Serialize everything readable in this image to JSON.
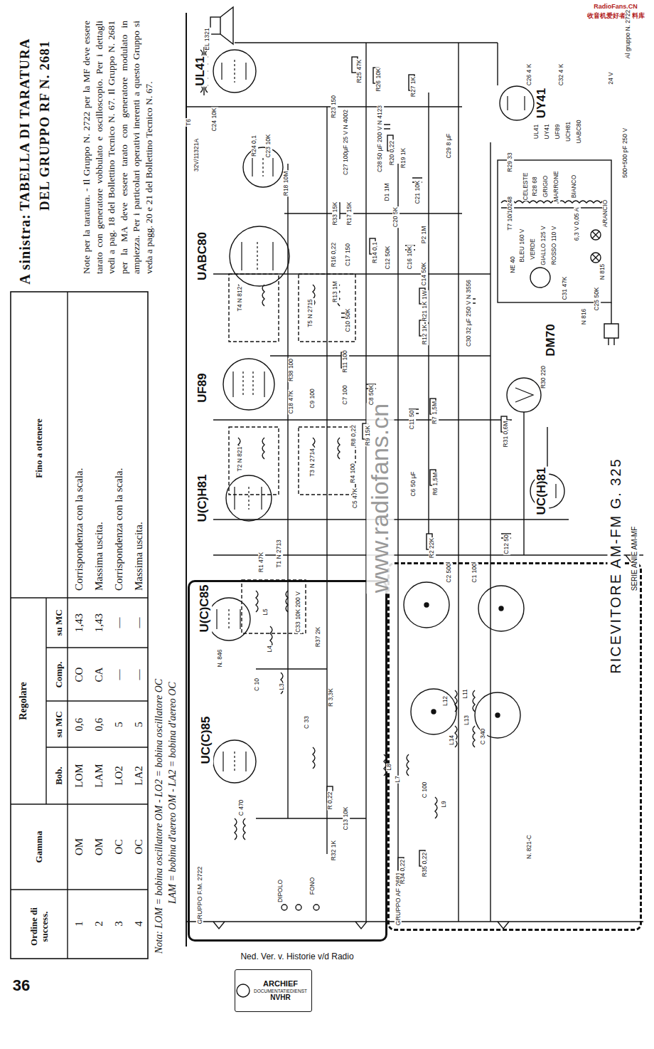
{
  "diagram": {
    "title": "RICEVITORE AM-FM G. 325",
    "nodes": [
      {
        "text": [
          "GRUPPO F.M. 2722"
        ]
      },
      {
        "text": [
          "GRUPPO AF 2681"
        ]
      },
      {
        "text": [
          "ARCHIEF",
          "DOCUMENTATIEDIENST",
          "NVHR"
        ]
      }
    ],
    "labels": [
      "A sinistra:",
      "TABELLA DI TARATURA DEL GRUPPO RF N. 2681",
      "Note per la taratura. - Il Gruppo N. 2722 per la MF deve essere tarato con generatore vobbulato e oscilloscopio. Per i dettagli vedi a pag. 18 del Bollettino Tecnico N. 67. Il Gruppo N. 2681 per la MA deve essere tarato con generatore modulato in ampiezza. Per i particolari operativi inerenti a questo Gruppo si veda a pagg. 20 e 21 del Bollettino Tecnico N. 67.",
      "Ordine di success.",
      "Gamma",
      "Regolare",
      "Fino a ottenere",
      "Bob.",
      "su MC",
      "Comp.",
      "su MC",
      "1",
      "OM",
      "LOM",
      "0,6",
      "CO",
      "1,43",
      "Corrispondenza con la scala.",
      "2",
      "OM",
      "LAM",
      "0,6",
      "CA",
      "1,43",
      "Massima uscita.",
      "3",
      "OC",
      "LO2",
      "5",
      "—",
      "—",
      "Corrispondenza con la scala.",
      "4",
      "OC",
      "LA2",
      "5",
      "—",
      "—",
      "Massima uscita.",
      "Nota: LOM = bobina oscillatore OM - LO2 = bobina oscillatore OC",
      "LAM = bobina d'aereo OM - LA2 = bobina d'aereo OC",
      "36",
      "Ned. Ver. v. Historie v/d Radio",
      "RadioFans.CN",
      "收音机爱好者资料库",
      "www.radiofans.cn",
      "SERIE ANIE AM-MF",
      "UL41",
      "UY41",
      "UABC80",
      "UF89",
      "U(C)H81",
      "UC(H)81",
      "DM70",
      "U(C)C85",
      "UC(C)85",
      "T6",
      "32V/11321A",
      "EL 1321",
      "C24 10K",
      "R25 47K",
      "R26 10K",
      "R27 1K",
      "R23 150",
      "C27 100µF 25 V N 4002",
      "C28 50 µF 200 V N 4123",
      "R24 0,1",
      "C23 10K",
      "R20 0,22",
      "R19 1K",
      "C29 8 µF",
      "R29 33",
      "R18 10M",
      "D1 1M",
      "C21 10K",
      "C20 5K",
      "P2 1M",
      "R33 15K",
      "R17 15K",
      "R16 0,22",
      "C17 150",
      "R14 0,1",
      "C12 50K",
      "C16 10K",
      "C14 50K",
      "T4 N 812",
      "T5 N 2715",
      "R13 1M",
      "C10 50K",
      "R21 1K 1W",
      "R12 1K",
      "C30 32 µF 250 V N 3556",
      "R38 100",
      "C18 47K",
      "C9 100",
      "R11 100",
      "C7 100",
      "C8 50K",
      "T2 N 821",
      "T3 N 2714",
      "R8 0,22",
      "R9 15K",
      "R4 100",
      "C5 47K",
      "C11 50",
      "R7 1,5M",
      "R6 1,5M",
      "C6 50 µF",
      "R31 0,6M",
      "R30 220",
      "C12 50",
      "R2 22K",
      "C2 500",
      "C1 100",
      "T1 N 2713",
      "R1 47K",
      "C33 10K 200 V",
      "R37 2K",
      "R 3,3K",
      "C 33",
      "C 470",
      "R 0,22",
      "C13 10K",
      "R32 1K",
      "N. 846",
      "C 10",
      "L5",
      "L4",
      "L3",
      "L12",
      "L11",
      "L13",
      "L14",
      "C 340",
      "L8",
      "L7",
      "L9",
      "C 100",
      "R35 0,22",
      "R34 0,22",
      "N. 821-C",
      "FONO",
      "DIPOLO",
      "C26 4 K",
      "C32 4 K",
      "24 V",
      "Al gruppo N. 2722",
      "500+500 pF 250 V",
      "R28 68",
      "T7 10/10248",
      "CELESTE",
      "GRIGIO",
      "MARRONE",
      "BIANCO",
      "BLEU 160 V",
      "VERDE",
      "GIALLO 125 V",
      "ROSSO 110 V",
      "6,3 V 0,05 A",
      "ARANCIO",
      "C31 47K",
      "C25 50K",
      "N 815",
      "N 816",
      "NE 40",
      "UL41",
      "UY41",
      "UF89",
      "UCH81",
      "UABC80"
    ]
  }
}
